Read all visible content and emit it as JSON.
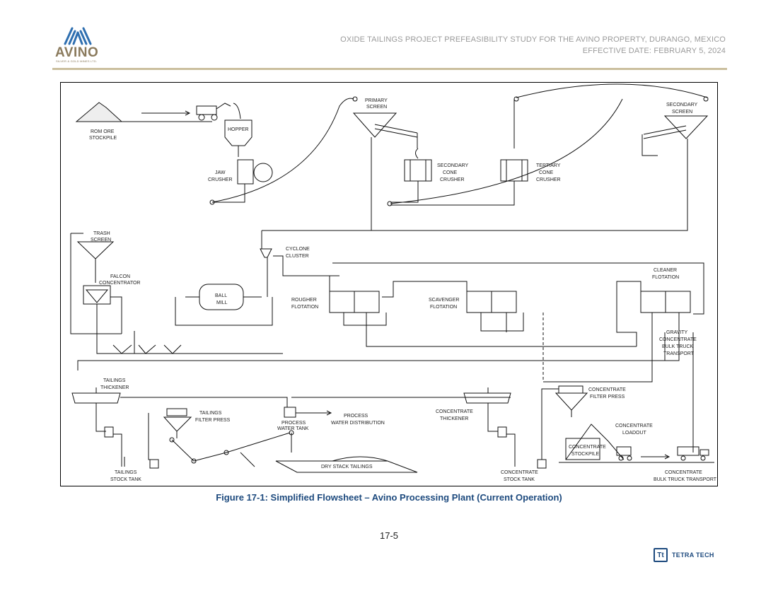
{
  "header": {
    "logo_word": "AVINO",
    "logo_sub": "SILVER & GOLD MINES LTD.",
    "line1": "OXIDE TAILINGS PROJECT PREFEASIBILITY STUDY FOR THE AVINO PROPERTY, DURANGO, MEXICO",
    "line2": "EFFECTIVE DATE: FEBRUARY 5, 2024"
  },
  "figure": {
    "caption": "Figure 17-1: Simplified Flowsheet – Avino Processing Plant (Current Operation)",
    "labels": {
      "rom_1": "ROM ORE",
      "rom_2": "STOCKPILE",
      "hopper": "HOPPER",
      "jaw_1": "JAW",
      "jaw_2": "CRUSHER",
      "pscreen_1": "PRIMARY",
      "pscreen_2": "SCREEN",
      "scc_1": "SECONDARY",
      "scc_2": "CONE",
      "scc_3": "CRUSHER",
      "tcc_1": "TERTIARY",
      "tcc_2": "CONE",
      "tcc_3": "CRUSHER",
      "sscreen_1": "SECONDARY",
      "sscreen_2": "SCREEN",
      "trash_1": "TRASH",
      "trash_2": "SCREEN",
      "cyclone_1": "CYCLONE",
      "cyclone_2": "CLUSTER",
      "falcon_1": "FALCON",
      "falcon_2": "CONCENTRATOR",
      "ball_1": "BALL",
      "ball_2": "MILL",
      "rougher_1": "ROUGHER",
      "rougher_2": "FLOTATION",
      "scav_1": "SCAVENGER",
      "scav_2": "FLOTATION",
      "cleaner_1": "CLEANER",
      "cleaner_2": "FLOTATION",
      "grav_1": "GRAVITY",
      "grav_2": "CONCENTRATE",
      "grav_3": "BULK TRUCK",
      "grav_4": "TRANSPORT",
      "tthick_1": "TAILINGS",
      "tthick_2": "THICKENER",
      "tfp_1": "TAILINGS",
      "tfp_2": "FILTER PRESS",
      "pwt_1": "PROCESS",
      "pwt_2": "WATER TANK",
      "pwd_1": "PROCESS",
      "pwd_2": "WATER DISTRIBUTION",
      "cthick_1": "CONCENTRATE",
      "cthick_2": "THICKENER",
      "cfp_1": "CONCENTRATE",
      "cfp_2": "FILTER PRESS",
      "cload_1": "CONCENTRATE",
      "cload_2": "LOADOUT",
      "cstock_1": "CONCENTRATE",
      "cstock_2": "STOCKPILE",
      "drystack": "DRY STACK TAILINGS",
      "tst_1": "TAILINGS",
      "tst_2": "STOCK TANK",
      "cst_1": "CONCENTRATE",
      "cst_2": "STOCK TANK",
      "cbt_1": "CONCENTRATE",
      "cbt_2": "BULK TRUCK TRANSPORT"
    }
  },
  "footer": {
    "page_number": "17-5",
    "tt_mark": "Tt",
    "tt_text": "TETRA TECH"
  },
  "colors": {
    "caption": "#1d4a7e",
    "rule": "#cbbf9e",
    "logo": "#8a7a5c",
    "logo_icon": "#2f6fb0"
  }
}
